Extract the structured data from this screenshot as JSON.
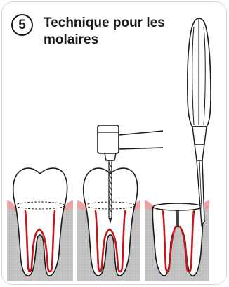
{
  "step": {
    "number": "5"
  },
  "title": {
    "line1": "Technique pour les",
    "line2": "molaires"
  },
  "colors": {
    "gum": "#e9a6a6",
    "bone": "#bdbdbd",
    "pulp_outline": "#c4161c",
    "outline": "#1a1a1a",
    "card_border": "#d9d9d9"
  },
  "icons": [
    "molar-tooth-icon",
    "dental-drill-icon",
    "elevator-instrument-icon"
  ]
}
